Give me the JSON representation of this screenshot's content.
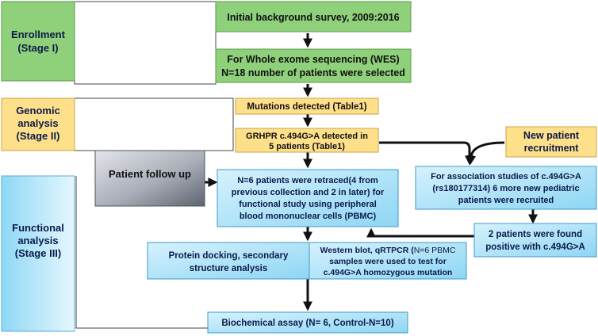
{
  "colors": {
    "green": "#8fd07a",
    "yellow": "#ffe08a",
    "blue_light": "#cdeefc",
    "blue_mid": "#67c8ee",
    "gray_light": "#c7cbd3",
    "gray_dark": "#5e6470",
    "text_dark": "#111111",
    "text_blue": "#0b1a4a"
  },
  "stages": {
    "enrollment": {
      "line1": "Enrollment",
      "line2": "(Stage I)"
    },
    "genomic": {
      "line1": "Genomic",
      "line2": "analysis",
      "line3": "(Stage II)"
    },
    "functional": {
      "line1": "Functional",
      "line2": "analysis",
      "line3": "(Stage III)"
    }
  },
  "boxes": {
    "initial_survey": "Initial background survey, 2009:2016",
    "wes": {
      "line1": "For Whole exome sequencing (WES)",
      "line2": "N=18 number of patients were selected"
    },
    "mutations": "Mutations detected (Table1)",
    "grhpr": {
      "line1": "GRHPR c.494G>A detected in",
      "line2": "5 patients (Table1)"
    },
    "new_patient": {
      "line1": "New patient",
      "line2": "recruitment"
    },
    "patient_follow_up": "Patient follow up",
    "retraced": {
      "line1": "N=6 patients were retraced(4 from",
      "line2": "previous collection and 2 in later) for",
      "line3": "functional study using peripheral",
      "line4": "blood mononuclear cells (PBMC)"
    },
    "association": {
      "line1": "For association studies of c.494G>A",
      "line2": "(rs180177314) 6 more new pediatric",
      "line3": "patients were recruited"
    },
    "two_positive": {
      "line1": "2 patients were found",
      "line2": "positive with c.494G>A"
    },
    "docking": {
      "line1": "Protein docking, secondary",
      "line2": "structure analysis"
    },
    "western": {
      "line1a": "Western blot, qRTPCR (",
      "line1b": "N=6 PBMC",
      "line2": "samples were used to test for",
      "line3": "c.494G>A homozygous mutation"
    },
    "biochemical": "Biochemical assay (N= 6, Control-N=10)"
  }
}
